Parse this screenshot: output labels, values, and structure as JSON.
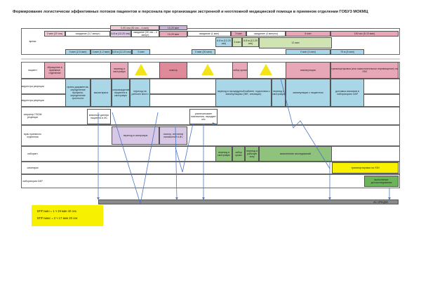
{
  "title": "Формирование логистически эффективных потоков пациентов и персонала при организации экстренной и неотложной медицинской помощи в приемном отделении ГОБУЗ МОКМЦ",
  "lanes": {
    "time": "время",
    "patient": "пациент",
    "nurse_reception": "медсестра рецепции",
    "nurse_reception2": "медсестра рецепции",
    "operator": "оператор ПЭОМ рецепции",
    "doctor": "врач приемного отделения",
    "lab": "лаборант",
    "orderly": "санитарка",
    "lab_oar": "лаборатория ОАР"
  },
  "time_row1": [
    "0 мин (20 сек)",
    "ожидание (3-7 минут)",
    "0-90 сек (30 сек – 4 мин)",
    "10-20 мин",
    "ожидание (1 мин)",
    "3 мин",
    "ожидание (4 минуты)",
    "8 мин",
    "150 сек (5-10 мин)"
  ],
  "time_row1b": [
    "6-8 м (12-20 сек)",
    "ожидание (30 сек – 4 минут)",
    "10-20 мин"
  ],
  "time_row2": [
    "0 мин (2-5 мин)",
    "0 мин (1-2 мин)",
    "6-8 м (12-20 сек)",
    "0 мин",
    "0 мин (30 мин)",
    "6-8 м (12-20 сек)",
    "3 мин",
    "6-8 м (12-20 сек)",
    "12 мин",
    "0 мин (4 мин)",
    "75 м (5 мин)"
  ],
  "patient_row": [
    "обращение в приемное отделение",
    "переход в смотровую",
    "осмотр",
    "забор крови",
    "манипуляции",
    "транспортировка (или самостоятельное перемещение) на УЗИ"
  ],
  "nurse_row": [
    "прием документов, определение профиля, определение срочности",
    "вызов врача",
    "сопровождение пациента в смотровую",
    "переход на рабочее место",
    "переход в процедурный кабинет, подготовка к манипуляциям (ЭКГ, инъекции)",
    "переход в смотровую",
    "манипуляции с пациентом",
    "доставка анализов в лабораторию ОАР"
  ],
  "operator_row": [
    "внесение данных пациента в ИС",
    "распечатывает назначения, передает м/с"
  ],
  "doctor_row": [
    "переход в смотровую",
    "осмотр, внесение назначений в ИС"
  ],
  "lab_row": [
    "переход в смотровую",
    "забор крови",
    "переход в рабочую зону",
    "выполнение исследований"
  ],
  "orderly_row": [
    "транспортировка на УЗИ"
  ],
  "lab_oar_row": [
    "выполнение доп.исследования"
  ],
  "bottom_label": "ИС ОРБ/ДКБ",
  "vpp_min": "ВПП мин = 1 ч 19 мин 40 сек",
  "vpp_max": "ВПП макс = 2 ч 17 мин 20 сек",
  "colors": {
    "pink": "#e8a7b7",
    "violet": "#c9b2d9",
    "blue": "#a9d7e8",
    "green": "#8ec27d",
    "yellow": "#f7f000",
    "arrow": "#4a78c8"
  }
}
